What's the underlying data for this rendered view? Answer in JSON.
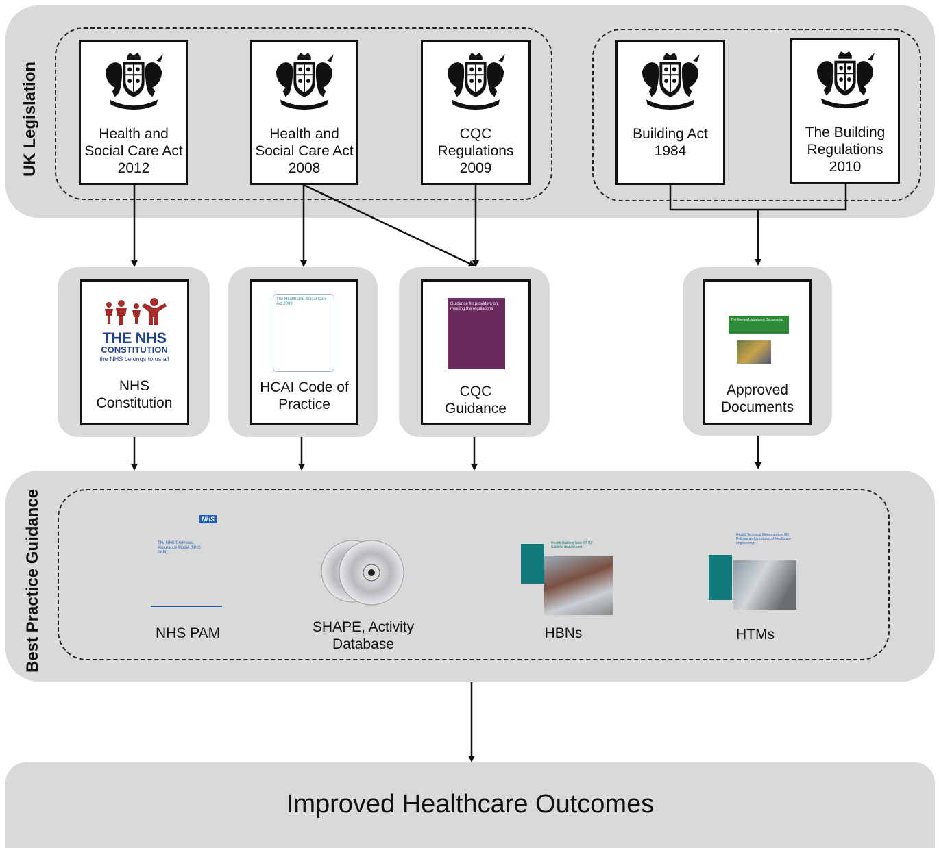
{
  "sections": {
    "legislation_title": "UK Legislation",
    "guidance_title": "Best Practice Guidance",
    "outcome": "Improved Healthcare Outcomes"
  },
  "legislation": [
    {
      "label": "Health and\nSocial Care Act\n2012"
    },
    {
      "label": "Health and\nSocial Care Act\n2008"
    },
    {
      "label": "CQC\nRegulations\n2009"
    },
    {
      "label": "Building Act\n1984"
    },
    {
      "label": "The Building\nRegulations\n2010"
    }
  ],
  "intermediate": [
    {
      "label": "NHS\nConstitution",
      "logo_text": "THE NHS",
      "logo_sub": "CONSTITUTION",
      "logo_tag": "the NHS belongs to us all"
    },
    {
      "label": "HCAI Code of\nPractice",
      "doc_title": "The Health and Social Care Act 2008"
    },
    {
      "label": "CQC\nGuidance",
      "doc_title": "Guidance for providers on meeting the regulations"
    },
    {
      "label": "Approved\nDocuments",
      "doc_title": "The Merged Approved Documents"
    }
  ],
  "guidance": [
    {
      "label": "NHS PAM",
      "badge": "NHS",
      "doc_title": "The NHS Premises Assurance Model (NHS PAM)"
    },
    {
      "label": "SHAPE, Activity\nDatabase"
    },
    {
      "label": "HBNs",
      "doc_title": "Health Building Note 07-01: Satellite dialysis unit"
    },
    {
      "label": "HTMs",
      "doc_title": "Health Technical Memorandum 00: Policies and principles of healthcare engineering"
    }
  ],
  "colors": {
    "band": "#d9d9d9",
    "nhs_blue": "#1f3f8f",
    "nhs_red": "#a52a2a",
    "cqc_purple": "#6b2a5e",
    "teal": "#127a7a",
    "green": "#2e8b3a"
  }
}
